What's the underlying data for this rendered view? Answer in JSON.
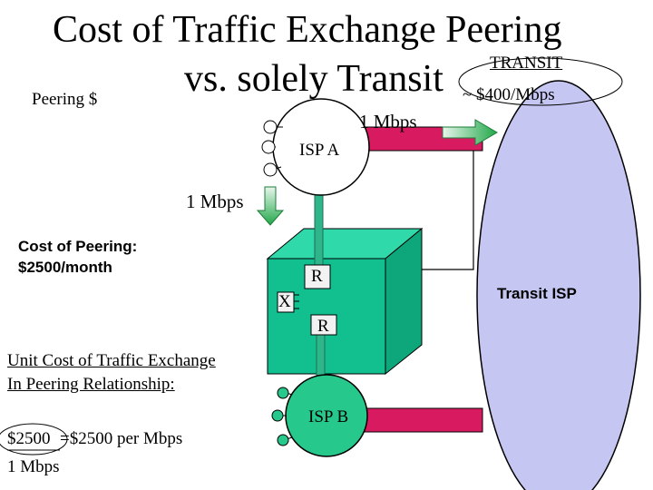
{
  "title": {
    "line1": "Cost of Traffic Exchange Peering",
    "line2": "vs. solely Transit"
  },
  "labels": {
    "peering_dollar": "Peering $",
    "transit_title": "TRANSIT",
    "transit_price": "~ $400/Mbps",
    "isp_a": "ISP A",
    "isp_b": "ISP B",
    "transit_isp": "Transit ISP",
    "mbps_right": "1 Mbps",
    "mbps_down": "1 Mbps",
    "router_top": "R",
    "router_bottom": "R",
    "exchange": "X"
  },
  "cost_of_peering": {
    "line1": "Cost of Peering:",
    "line2": "$2500/month"
  },
  "unit_cost": {
    "line1": "Unit Cost of Traffic Exchange",
    "line2": "In Peering Relationship:",
    "numerator": "$2500",
    "result": "=$2500 per Mbps",
    "denominator": "1 Mbps"
  },
  "colors": {
    "transit_oval": "#c6c6f2",
    "pipe": "#d81b60",
    "exchange_box": "#12c08f",
    "exchange_box_top": "#2fd9aa",
    "isp_b": "#27c88c",
    "arrow": "#22a84a"
  }
}
